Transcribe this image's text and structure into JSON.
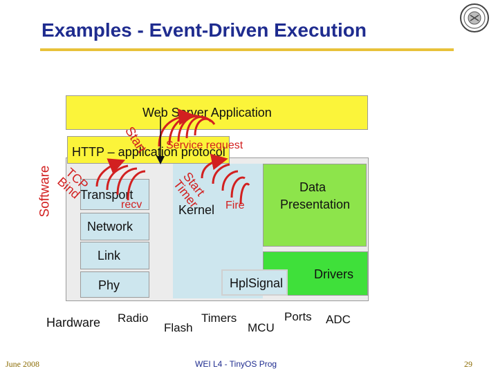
{
  "slide": {
    "title": "Examples - Event-Driven Execution",
    "accent_color": "#e8c23a",
    "title_color": "#1f2c8f"
  },
  "diagram": {
    "software_label": "Software",
    "hardware_label": "Hardware",
    "layers": {
      "web_server": "Web Server Application",
      "http": "HTTP – application protocol",
      "transport": "Transport",
      "network": "Network",
      "link": "Link",
      "phy": "Phy",
      "kernel": "Kernel",
      "data_presentation_1": "Data",
      "data_presentation_2": "Presentation",
      "drivers": "Drivers",
      "hplsignal": "HplSignal"
    },
    "events": {
      "start_top": "Start",
      "service_request": "Service request",
      "tcp_bind": "TCP Bind",
      "recv": "recv",
      "start_timer": "Start Timer",
      "fire": "Fire"
    },
    "hardware": [
      "Radio",
      "Timers",
      "Ports",
      "ADC",
      "Flash",
      "MCU"
    ],
    "colors": {
      "yellow": "#fbf43a",
      "blue": "#cde6ee",
      "green": "#8de44b",
      "bright_green": "#3fe03a",
      "gray": "#ececec",
      "event_red": "#d22020"
    }
  },
  "footer": {
    "date": "June 2008",
    "center": "WEI L4 - TinyOS Prog",
    "page": "29"
  }
}
